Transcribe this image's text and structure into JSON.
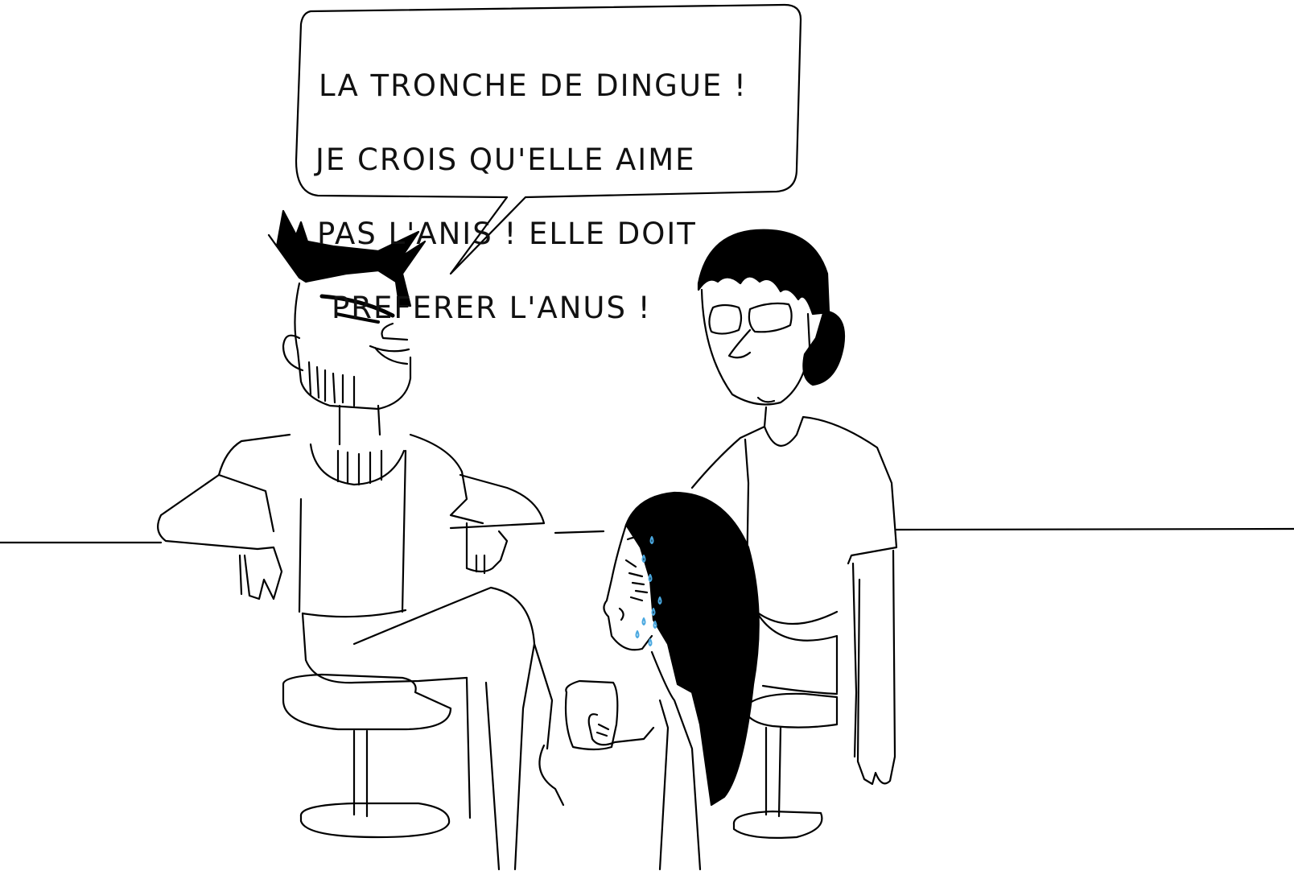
{
  "speech_bubble": {
    "lines": [
      "LA TRONCHE DE DINGUE !",
      "JE CROIS QU'ELLE AIME",
      "PAS L'ANIS ! ELLE DOIT",
      "PREFERER L'ANUS !"
    ]
  },
  "colors": {
    "ink": "#000000",
    "background": "#ffffff",
    "sweat": "#4aa8e0"
  }
}
